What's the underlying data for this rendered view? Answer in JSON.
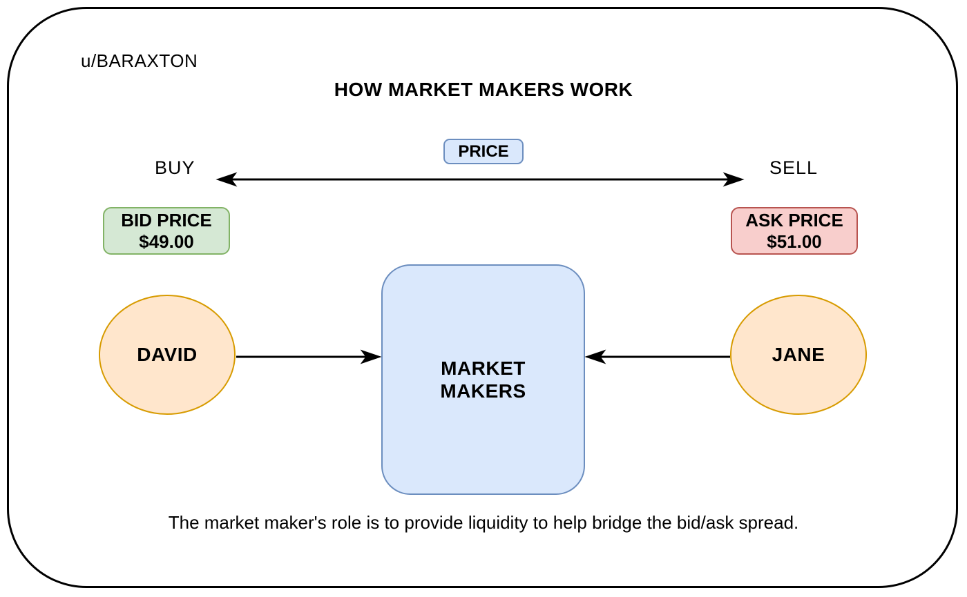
{
  "watermark": "u/BARAXTON",
  "title": "HOW MARKET MAKERS WORK",
  "price_axis": {
    "label": "PRICE",
    "buy_label": "BUY",
    "sell_label": "SELL"
  },
  "bid_box": {
    "line1": "BID PRICE",
    "line2": "$49.00"
  },
  "ask_box": {
    "line1": "ASK PRICE",
    "line2": "$51.00"
  },
  "buyer_name": "DAVID",
  "seller_name": "JANE",
  "center_box": {
    "line1": "MARKET",
    "line2": "MAKERS"
  },
  "caption": "The market maker's role is to provide liquidity to help bridge the bid/ask spread.",
  "colors": {
    "blue_fill": "#dae8fc",
    "blue_border": "#6c8ebf",
    "green_fill": "#d5e8d4",
    "green_border": "#82b366",
    "red_fill": "#f8cecc",
    "red_border": "#b85450",
    "orange_fill": "#ffe6cc",
    "orange_border": "#d79b00",
    "line": "#000000"
  }
}
